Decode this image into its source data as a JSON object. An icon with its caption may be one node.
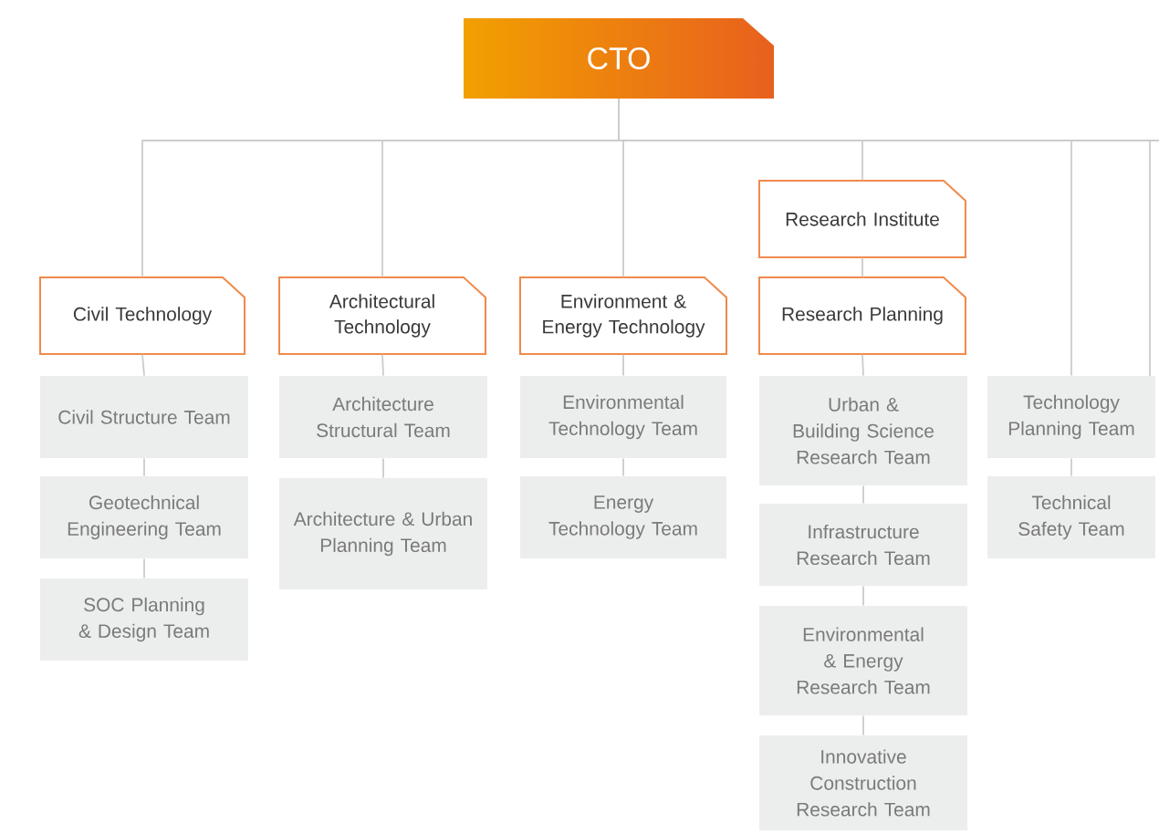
{
  "diagram": {
    "nodes": [
      {
        "text": [
          "CTO"
        ]
      },
      {
        "text": [
          "Civil Technology"
        ]
      },
      {
        "text": [
          "Civil Structure Team"
        ]
      },
      {
        "text": [
          "Geotechnical Engineering Team"
        ]
      },
      {
        "text": [
          "SOC Planning & Design Team"
        ]
      },
      {
        "text": [
          "Architectural Technology"
        ]
      },
      {
        "text": [
          "Architecture Structural Team"
        ]
      },
      {
        "text": [
          "Architecture & Urban Planning Team"
        ]
      },
      {
        "text": [
          "Environment & Energy Technology"
        ]
      },
      {
        "text": [
          "Environmental Technology Team"
        ]
      },
      {
        "text": [
          "Energy Technology Team"
        ]
      },
      {
        "text": [
          "Research Institute"
        ]
      },
      {
        "text": [
          "Research Planning"
        ]
      },
      {
        "text": [
          "Urban & Building Science Research Team"
        ]
      },
      {
        "text": [
          "Infrastructure Research Team"
        ]
      },
      {
        "text": [
          "Environmental & Energy Research Team"
        ]
      },
      {
        "text": [
          "Innovative Construction Research Team"
        ]
      },
      {
        "text": [
          "Technology Planning Team"
        ]
      },
      {
        "text": [
          "Technical Safety Team"
        ]
      }
    ],
    "edges": [
      {
        "from": 0,
        "to": 1,
        "arrow": "none"
      },
      {
        "from": 0,
        "to": 5,
        "arrow": "none"
      },
      {
        "from": 0,
        "to": 8,
        "arrow": "none"
      },
      {
        "from": 0,
        "to": 11,
        "arrow": "none"
      },
      {
        "from": 0,
        "to": 17,
        "arrow": "none"
      },
      {
        "from": 1,
        "to": 2,
        "arrow": "none"
      },
      {
        "from": 2,
        "to": 3,
        "arrow": "none"
      },
      {
        "from": 3,
        "to": 4,
        "arrow": "none"
      },
      {
        "from": 5,
        "to": 6,
        "arrow": "none"
      },
      {
        "from": 6,
        "to": 7,
        "arrow": "none"
      },
      {
        "from": 8,
        "to": 9,
        "arrow": "none"
      },
      {
        "from": 9,
        "to": 10,
        "arrow": "none"
      },
      {
        "from": 11,
        "to": 12,
        "arrow": "none"
      },
      {
        "from": 12,
        "to": 13,
        "arrow": "none"
      },
      {
        "from": 13,
        "to": 14,
        "arrow": "none"
      },
      {
        "from": 14,
        "to": 15,
        "arrow": "none"
      },
      {
        "from": 15,
        "to": 16,
        "arrow": "none"
      },
      {
        "from": 17,
        "to": 18,
        "arrow": "none"
      }
    ]
  }
}
